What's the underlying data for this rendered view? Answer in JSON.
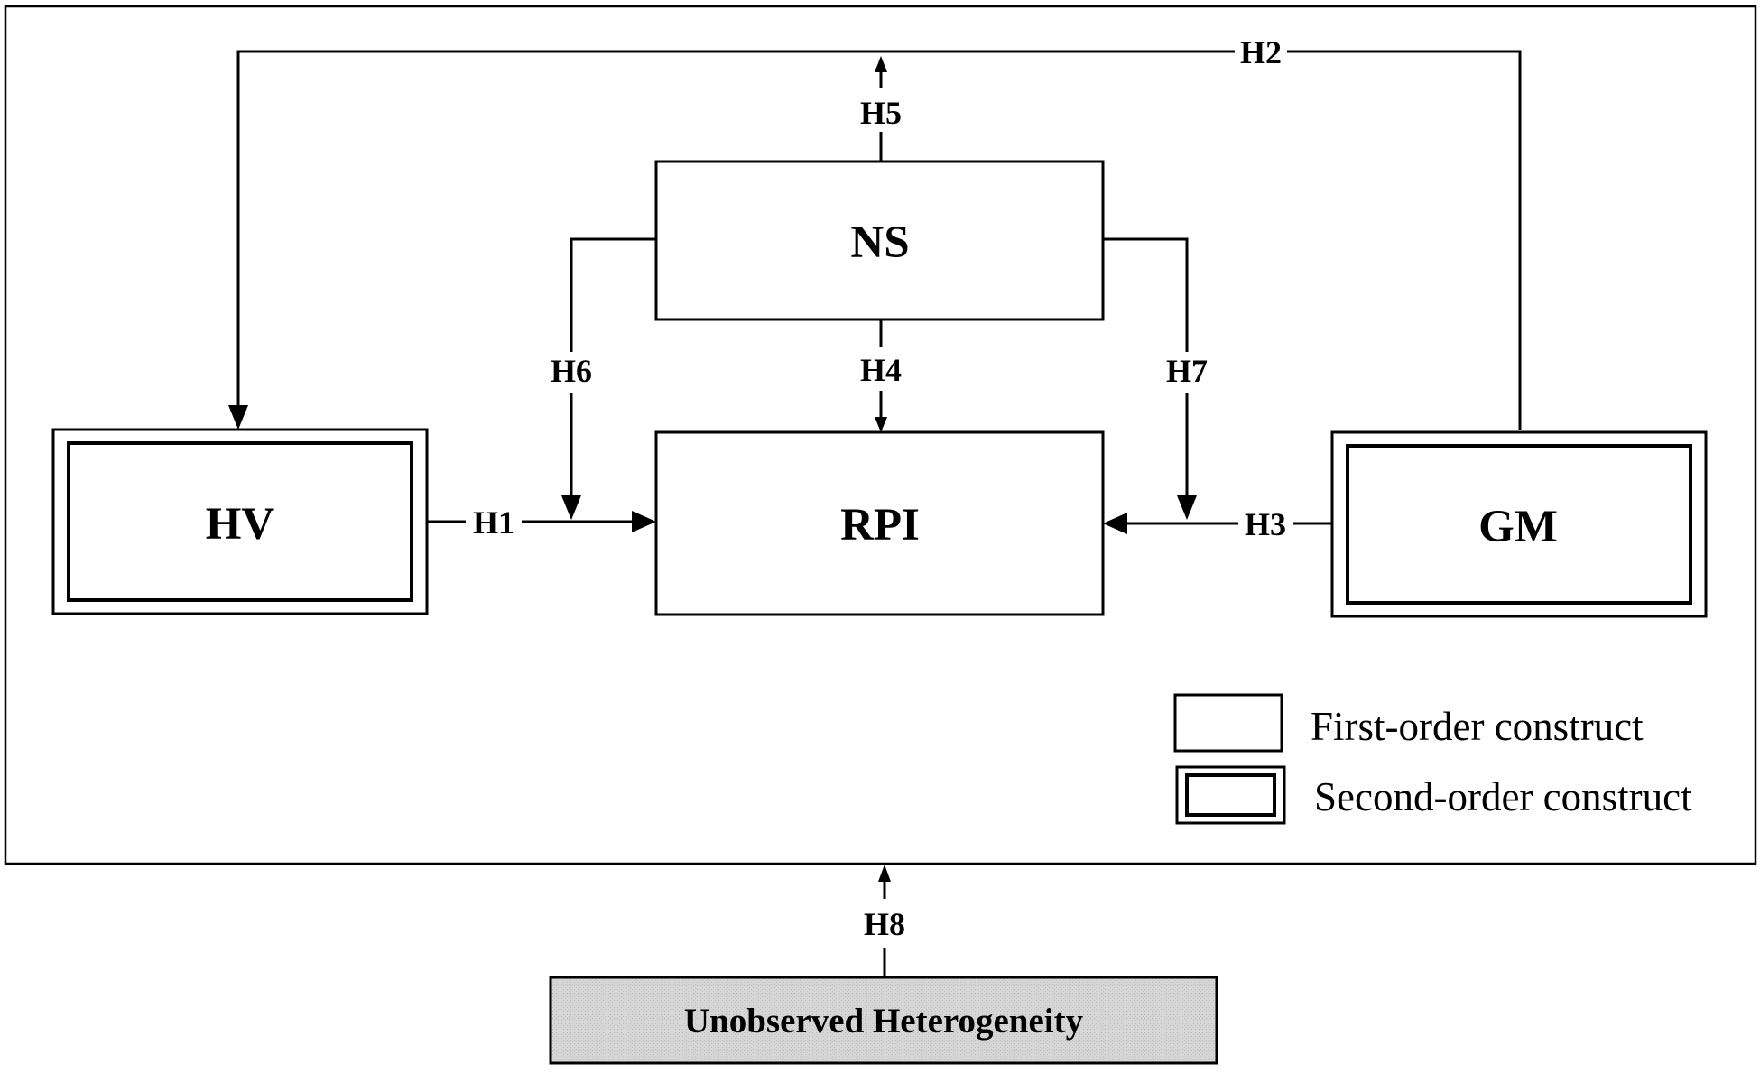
{
  "nodes": {
    "hv": "HV",
    "rpi": "RPI",
    "gm": "GM",
    "ns": "NS",
    "unobserved": "Unobserved Heterogeneity"
  },
  "hypotheses": {
    "h1": "H1",
    "h2": "H2",
    "h3": "H3",
    "h4": "H4",
    "h5": "H5",
    "h6": "H6",
    "h7": "H7",
    "h8": "H8"
  },
  "legend": {
    "first_order": "First-order construct",
    "second_order": "Second-order construct"
  }
}
